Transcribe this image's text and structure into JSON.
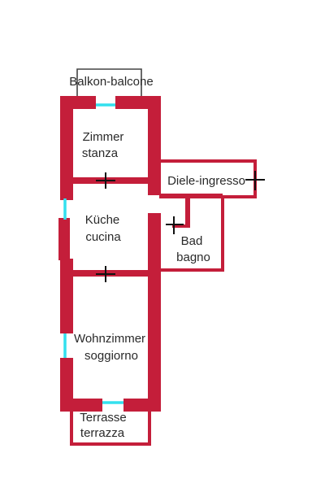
{
  "colors": {
    "wall": "#c41e3a",
    "window": "#33e0ee",
    "door": "#111111",
    "balcony_outline": "#444444"
  },
  "rooms": {
    "balcony": "Balkon-balcone",
    "bedroom": [
      "Zimmer",
      "stanza"
    ],
    "hall": "Diele-ingresso",
    "kitchen": [
      "Küche",
      "cucina"
    ],
    "bathroom": [
      "Bad",
      "bagno"
    ],
    "living": [
      "Wohnzimmer",
      "soggiorno"
    ],
    "terrace": [
      "Terrasse",
      "terrazza"
    ]
  }
}
